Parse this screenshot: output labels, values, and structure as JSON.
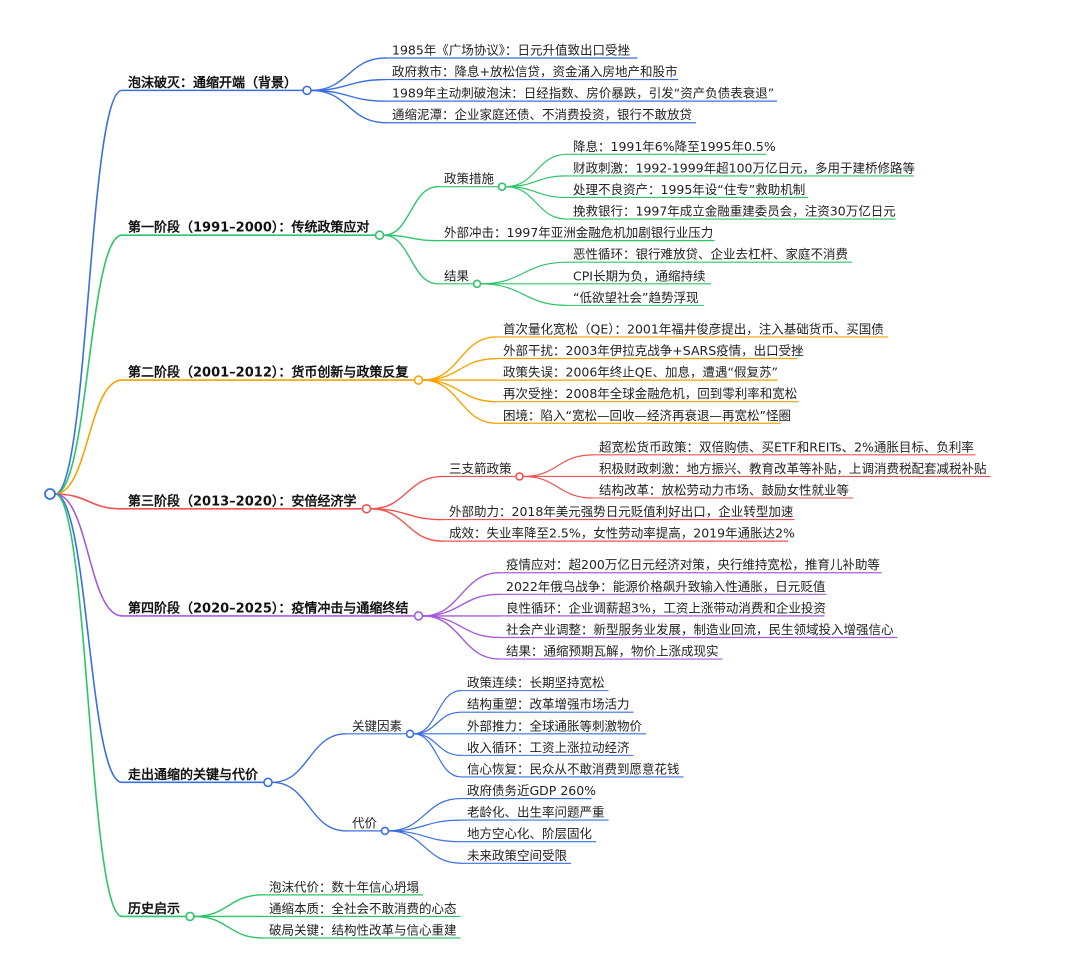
{
  "colors": {
    "blue": "#3b6fe0",
    "green": "#2ec46a",
    "orange": "#f5a300",
    "red": "#ef5350",
    "purple": "#a55bdc"
  },
  "mindmap": {
    "branches": [
      {
        "label": "泡沫破灭：通缩开端（背景）",
        "color": "blue",
        "children": [
          {
            "label": "1985年《广场协议》：日元升值致出口受挫"
          },
          {
            "label": "政府救市：降息+放松信贷，资金涌入房地产和股市"
          },
          {
            "label": "1989年主动刺破泡沫：日经指数、房价暴跌，引发“资产负债表衰退”"
          },
          {
            "label": "通缩泥潭：企业家庭还债、不消费投资，银行不敢放贷"
          }
        ]
      },
      {
        "label": "第一阶段（1991–2000）：传统政策应对",
        "color": "green",
        "children": [
          {
            "label": "政策措施",
            "children": [
              {
                "label": "降息：1991年6%降至1995年0.5%"
              },
              {
                "label": "财政刺激：1992-1999年超100万亿日元，多用于建桥修路等"
              },
              {
                "label": "处理不良资产：1995年设“住专”救助机制"
              },
              {
                "label": "挽救银行：1997年成立金融重建委员会，注资30万亿日元"
              }
            ]
          },
          {
            "label": "外部冲击：1997年亚洲金融危机加剧银行业压力"
          },
          {
            "label": "结果",
            "children": [
              {
                "label": "恶性循环：银行难放贷、企业去杠杆、家庭不消费"
              },
              {
                "label": "CPI长期为负，通缩持续"
              },
              {
                "label": "“低欲望社会”趋势浮现"
              }
            ]
          }
        ]
      },
      {
        "label": "第二阶段（2001–2012）：货币创新与政策反复",
        "color": "orange",
        "children": [
          {
            "label": "首次量化宽松（QE）：2001年福井俊彦提出，注入基础货币、买国债"
          },
          {
            "label": "外部干扰：2003年伊拉克战争+SARS疫情，出口受挫"
          },
          {
            "label": "政策失误：2006年终止QE、加息，遭遇“假复苏”"
          },
          {
            "label": "再次受挫：2008年全球金融危机，回到零利率和宽松"
          },
          {
            "label": "困境：陷入“宽松—回收—经济再衰退—再宽松”怪圈"
          }
        ]
      },
      {
        "label": "第三阶段（2013–2020）：安倍经济学",
        "color": "red",
        "children": [
          {
            "label": "三支箭政策",
            "children": [
              {
                "label": "超宽松货币政策：双倍购债、买ETF和REITs、2%通胀目标、负利率"
              },
              {
                "label": "积极财政刺激：地方振兴、教育改革等补贴，上调消费税配套减税补贴"
              },
              {
                "label": "结构改革：放松劳动力市场、鼓励女性就业等"
              }
            ]
          },
          {
            "label": "外部助力：2018年美元强势日元贬值利好出口，企业转型加速"
          },
          {
            "label": "成效：失业率降至2.5%，女性劳动率提高，2019年通胀达2%"
          }
        ]
      },
      {
        "label": "第四阶段（2020–2025）：疫情冲击与通缩终结",
        "color": "purple",
        "children": [
          {
            "label": "疫情应对：超200万亿日元经济对策，央行维持宽松，推育儿补助等"
          },
          {
            "label": "2022年俄乌战争：能源价格飙升致输入性通胀，日元贬值"
          },
          {
            "label": "良性循环：企业调薪超3%，工资上涨带动消费和企业投资"
          },
          {
            "label": "社会产业调整：新型服务业发展，制造业回流，民生领域投入增强信心"
          },
          {
            "label": "结果：通缩预期瓦解，物价上涨成现实"
          }
        ]
      },
      {
        "label": "走出通缩的关键与代价",
        "color": "blue",
        "children": [
          {
            "label": "关键因素",
            "children": [
              {
                "label": "政策连续：长期坚持宽松"
              },
              {
                "label": "结构重塑：改革增强市场活力"
              },
              {
                "label": "外部推力：全球通胀等刺激物价"
              },
              {
                "label": "收入循环：工资上涨拉动经济"
              },
              {
                "label": "信心恢复：民众从不敢消费到愿意花钱"
              }
            ]
          },
          {
            "label": "代价",
            "children": [
              {
                "label": "政府债务近GDP 260%"
              },
              {
                "label": "老龄化、出生率问题严重"
              },
              {
                "label": "地方空心化、阶层固化"
              },
              {
                "label": "未来政策空间受限"
              }
            ]
          }
        ]
      },
      {
        "label": "历史启示",
        "color": "green",
        "children": [
          {
            "label": "泡沫代价：数十年信心坍塌"
          },
          {
            "label": "通缩本质：全社会不敢消费的心态"
          },
          {
            "label": "破局关键：结构性改革与信心重建"
          }
        ]
      }
    ]
  }
}
